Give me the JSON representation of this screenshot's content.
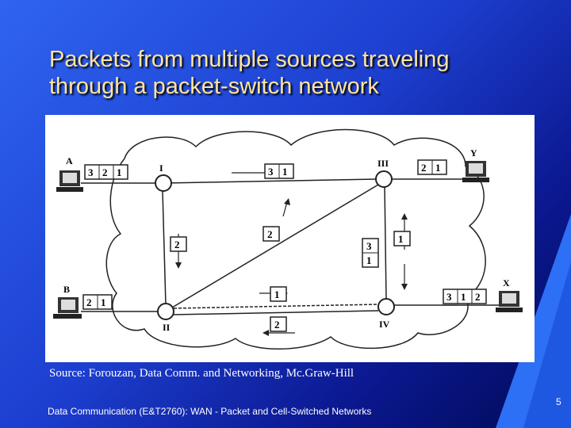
{
  "slide": {
    "title_line1": "Packets from multiple sources traveling",
    "title_line2": "through a packet-switch network",
    "source": "Source: Forouzan, Data Comm. and Networking, Mc.Graw-Hill",
    "footer": "Data Communication (E&T2760): WAN - Packet and Cell-Switched Networks",
    "page_number": "5"
  },
  "diagram": {
    "hosts": {
      "a": "A",
      "b": "B",
      "x": "X",
      "y": "Y"
    },
    "switches": {
      "i": "I",
      "ii": "II",
      "iii": "III",
      "iv": "IV"
    },
    "packets": {
      "a_q1": "3",
      "a_q2": "2",
      "a_q3": "1",
      "b_q1": "2",
      "b_q2": "1",
      "y_q1": "2",
      "y_q2": "1",
      "x_q1": "3",
      "x_q2": "1",
      "x_q3": "2",
      "i_iii_1": "3",
      "i_iii_2": "1",
      "i_ii": "2",
      "diag": "2",
      "iii_iv_1": "3",
      "iii_iv_2": "1",
      "iii_right": "1",
      "ii_iv_top": "1",
      "ii_iv_bottom": "2"
    }
  }
}
